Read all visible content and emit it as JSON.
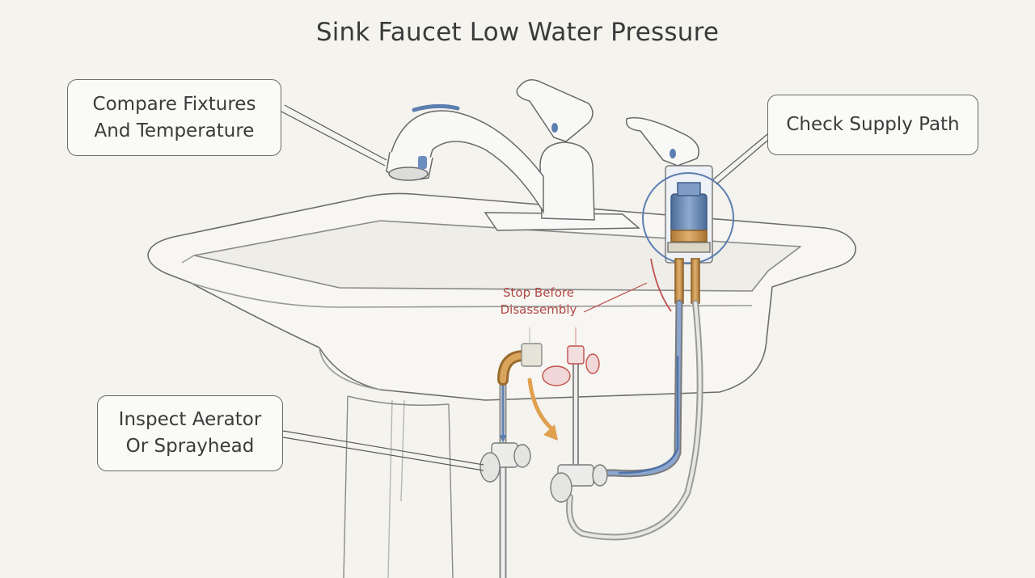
{
  "title": "Sink Faucet Low Water Pressure",
  "callouts": {
    "compare": {
      "line1": "Compare Fixtures",
      "line2": "And Temperature"
    },
    "supply": {
      "line1": "Check Supply Path"
    },
    "inspect": {
      "line1": "Inspect Aerator",
      "line2": "Or Sprayhead"
    }
  },
  "warning": {
    "line1": "Stop Before",
    "line2": "Disassembly"
  },
  "colors": {
    "background": "#f4f3ee",
    "line": "#6a6a6a",
    "warning": "#b04a46",
    "flow_blue": "#5b7fb0",
    "brass": "#c9934a",
    "hot_red": "#d98080",
    "arrow_orange": "#e0a050"
  }
}
